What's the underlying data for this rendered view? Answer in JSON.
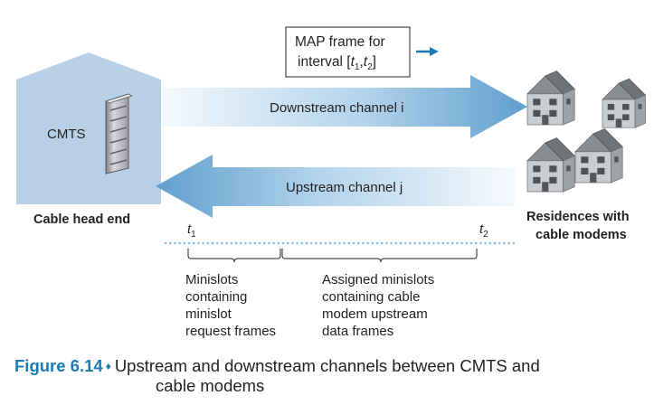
{
  "map_frame": {
    "line1": "MAP frame for",
    "line2_prefix": "interval [",
    "t1_var": "t",
    "t1_sub": "1",
    "comma": ",",
    "t2_var": "t",
    "t2_sub": "2",
    "line2_suffix": "]"
  },
  "headend": {
    "cmts_label": "CMTS",
    "title": "Cable head end"
  },
  "channels": {
    "downstream": "Downstream channel i",
    "upstream": "Upstream channel j"
  },
  "residences": {
    "line1": "Residences with",
    "line2": "cable modems"
  },
  "timeline": {
    "t1_var": "t",
    "t1_sub": "1",
    "t2_var": "t",
    "t2_sub": "2"
  },
  "minislots": {
    "lines": [
      "Minislots",
      "containing",
      "minislot",
      "request frames"
    ]
  },
  "assigned": {
    "lines": [
      "Assigned minislots",
      "containing cable",
      "modem upstream",
      "data frames"
    ]
  },
  "caption": {
    "figure_number": "Figure 6.14",
    "bullet": "♦",
    "text_line1": "Upstream and downstream channels between CMTS and",
    "text_line2": "cable modems"
  },
  "colors": {
    "building": "#b8d0e6",
    "arrow_dark": "#6aa8d3",
    "arrow_light": "#f4f9fd",
    "accent": "#1a7ab5"
  }
}
